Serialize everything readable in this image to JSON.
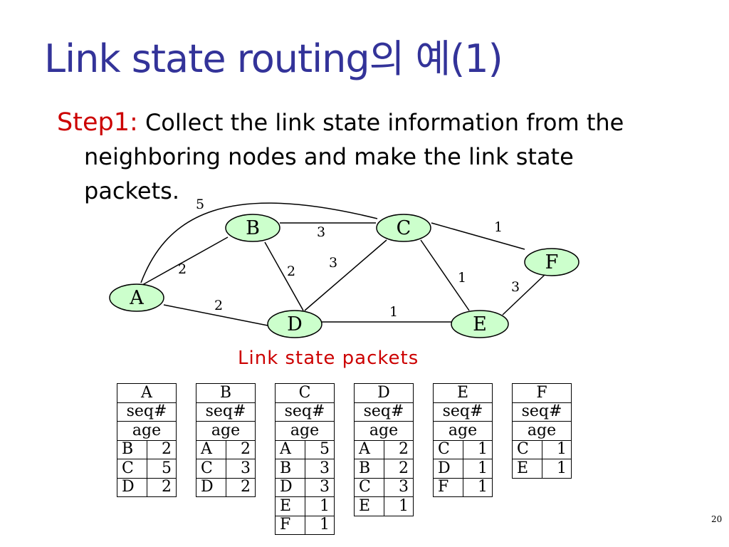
{
  "title": "Link state routing의 예(1)",
  "step": {
    "label": "Step1",
    "colon": ":",
    "line1": "Collect the link state information from the",
    "line2": "neighboring nodes and make the link state",
    "line3": "packets."
  },
  "graph": {
    "nodes": [
      {
        "id": "A",
        "label": "A"
      },
      {
        "id": "B",
        "label": "B"
      },
      {
        "id": "C",
        "label": "C"
      },
      {
        "id": "D",
        "label": "D"
      },
      {
        "id": "E",
        "label": "E"
      },
      {
        "id": "F",
        "label": "F"
      }
    ],
    "edges": [
      {
        "from": "A",
        "to": "B",
        "cost": "2"
      },
      {
        "from": "A",
        "to": "C",
        "cost": "5"
      },
      {
        "from": "A",
        "to": "D",
        "cost": "2"
      },
      {
        "from": "B",
        "to": "C",
        "cost": "3"
      },
      {
        "from": "B",
        "to": "D",
        "cost": "2"
      },
      {
        "from": "C",
        "to": "D",
        "cost": "3"
      },
      {
        "from": "C",
        "to": "E",
        "cost": "1"
      },
      {
        "from": "C",
        "to": "F",
        "cost": "1"
      },
      {
        "from": "D",
        "to": "E",
        "cost": "1"
      },
      {
        "from": "E",
        "to": "F",
        "cost": "3"
      }
    ],
    "node_fill": "#ccffcc"
  },
  "packets_caption": "Link state packets",
  "packets": [
    {
      "node": "A",
      "seq_label": "seq#",
      "age_label": "age",
      "entries": [
        [
          "B",
          "2"
        ],
        [
          "C",
          "5"
        ],
        [
          "D",
          "2"
        ]
      ]
    },
    {
      "node": "B",
      "seq_label": "seq#",
      "age_label": "age",
      "entries": [
        [
          "A",
          "2"
        ],
        [
          "C",
          "3"
        ],
        [
          "D",
          "2"
        ]
      ]
    },
    {
      "node": "C",
      "seq_label": "seq#",
      "age_label": "age",
      "entries": [
        [
          "A",
          "5"
        ],
        [
          "B",
          "3"
        ],
        [
          "D",
          "3"
        ],
        [
          "E",
          "1"
        ],
        [
          "F",
          "1"
        ]
      ]
    },
    {
      "node": "D",
      "seq_label": "seq#",
      "age_label": "age",
      "entries": [
        [
          "A",
          "2"
        ],
        [
          "B",
          "2"
        ],
        [
          "C",
          "3"
        ],
        [
          "E",
          "1"
        ]
      ]
    },
    {
      "node": "E",
      "seq_label": "seq#",
      "age_label": "age",
      "entries": [
        [
          "C",
          "1"
        ],
        [
          "D",
          "1"
        ],
        [
          "F",
          "1"
        ]
      ]
    },
    {
      "node": "F",
      "seq_label": "seq#",
      "age_label": "age",
      "entries": [
        [
          "C",
          "1"
        ],
        [
          "E",
          "1"
        ]
      ]
    }
  ],
  "page_number": "20",
  "colors": {
    "title": "#333399",
    "accent_red": "#cc0000",
    "node_fill": "#ccffcc"
  }
}
